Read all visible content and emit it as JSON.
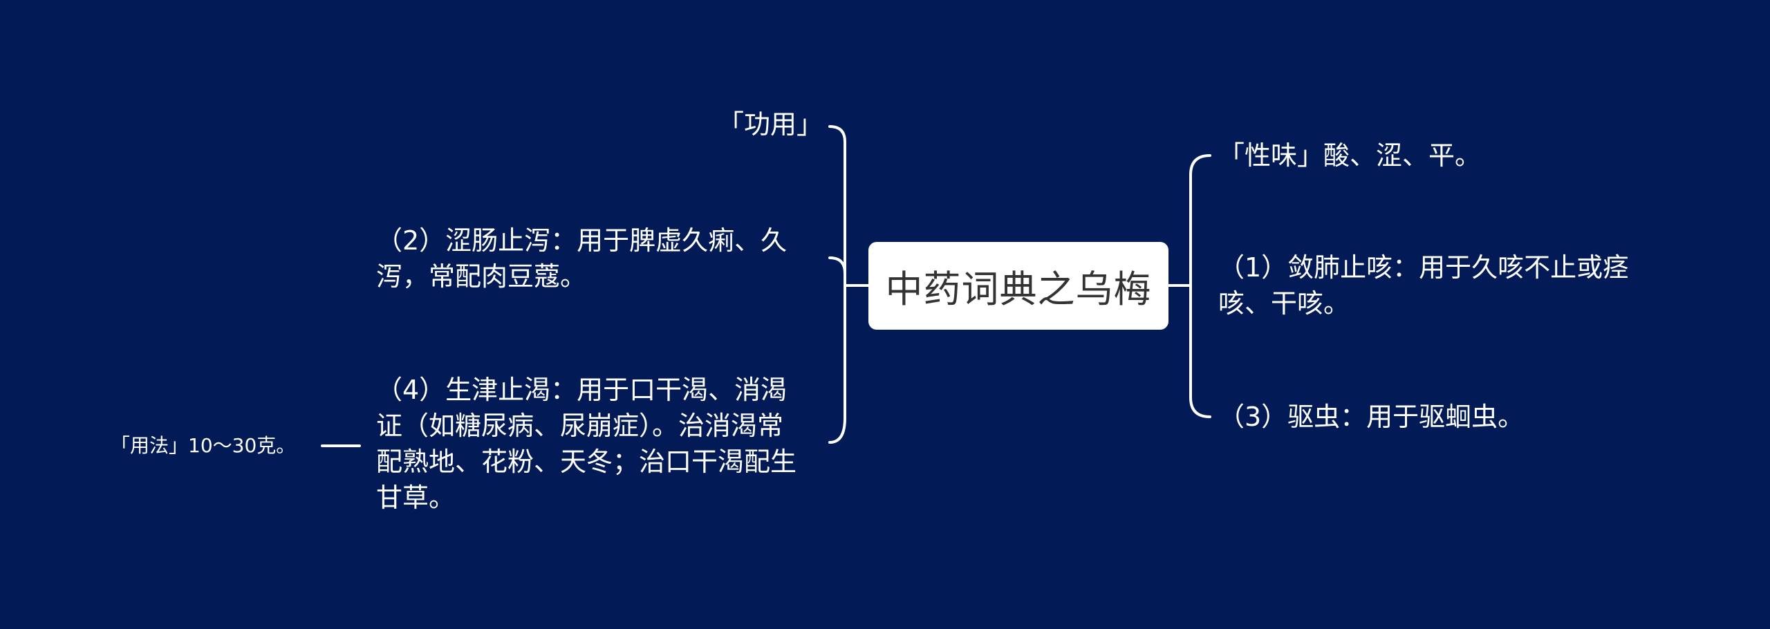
{
  "center": {
    "title": "中药词典之乌梅"
  },
  "left": {
    "gongyong": "「功用」",
    "item2": "（2）涩肠止泻：用于脾虚久痢、久泻，常配肉豆蔻。",
    "item4": "（4）生津止渴：用于口干渴、消渴证（如糖尿病、尿崩症）。治消渴常配熟地、花粉、天冬；治口干渴配生甘草。",
    "yongfa": "「用法」10～30克。"
  },
  "right": {
    "xingwei": "「性味」酸、涩、平。",
    "item1": "（1）敛肺止咳：用于久咳不止或痉咳、干咳。",
    "item3": "（3）驱虫：用于驱蛔虫。"
  },
  "colors": {
    "background": "#021b56",
    "line": "#ffffff",
    "center_fill": "#ffffff",
    "center_text": "#333333"
  }
}
